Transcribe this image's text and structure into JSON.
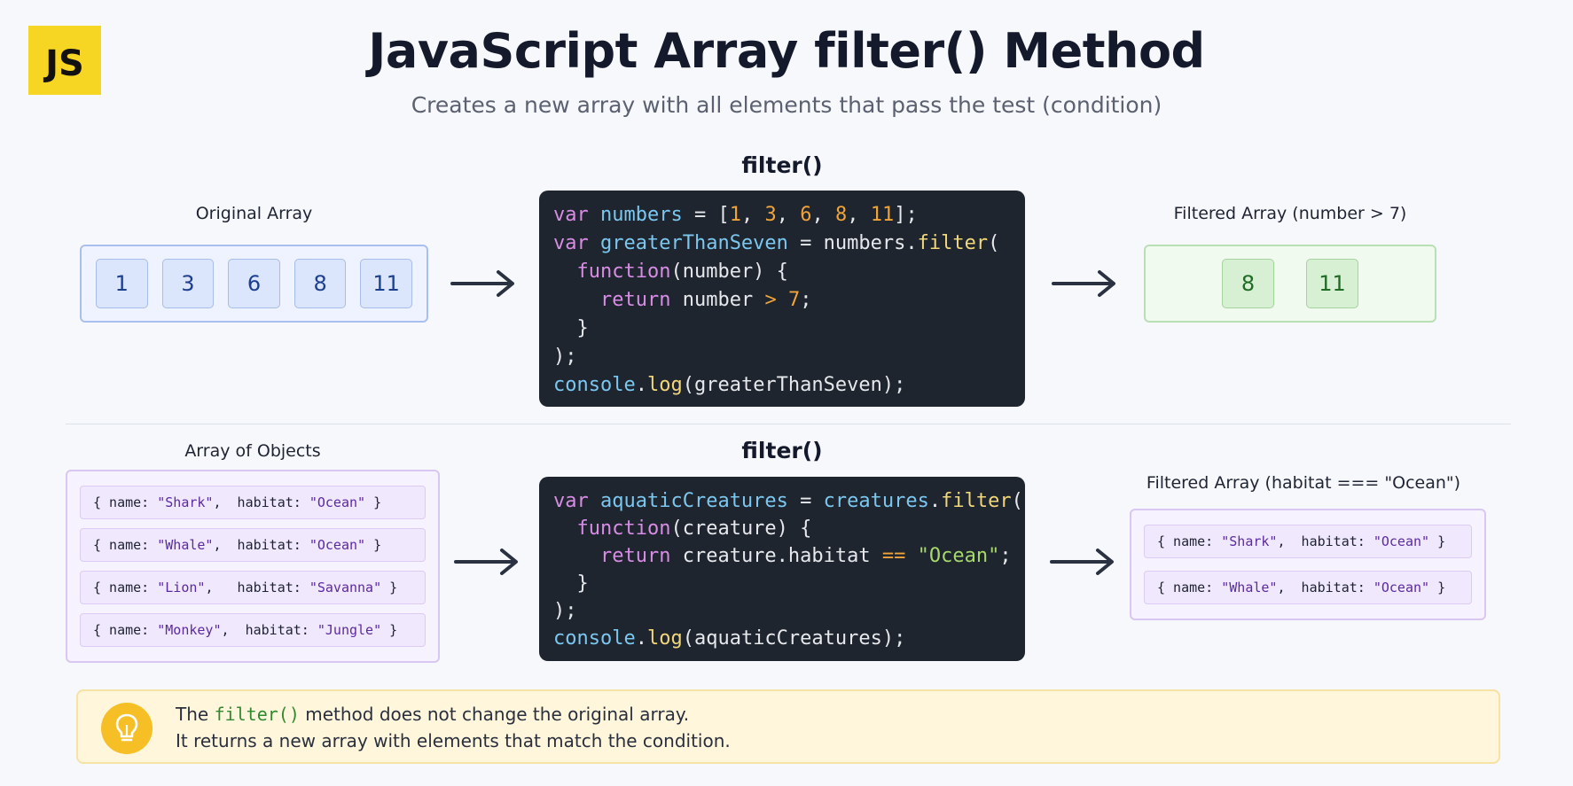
{
  "logo": {
    "text": "JS",
    "color": "#f7d523"
  },
  "header": {
    "title": "JavaScript Array filter() Method",
    "subtitle": "Creates a new array with all elements that pass the test (condition)"
  },
  "example1": {
    "left_label": "Original Array",
    "original": [
      "1",
      "3",
      "6",
      "8",
      "11"
    ],
    "fn_label": "filter()",
    "code": {
      "line1": [
        "var",
        " numbers",
        " = [",
        "1",
        ", ",
        "3",
        ", ",
        "6",
        ", ",
        "8",
        ", ",
        "11",
        "];"
      ],
      "line2": [
        "var",
        " greaterThanSeven",
        " = numbers.",
        "filter",
        "("
      ],
      "line3": [
        "  ",
        "function",
        "(number) {"
      ],
      "line4": [
        "    ",
        "return",
        " number ",
        ">",
        " ",
        "7",
        ";"
      ],
      "line5": "  }",
      "line6": ");",
      "line7": [
        "console",
        ".",
        "log",
        "(greaterThanSeven);"
      ]
    },
    "right_label": "Filtered Array (number > 7)",
    "filtered": [
      "8",
      "11"
    ]
  },
  "example2": {
    "left_label": "Array of Objects",
    "objects": [
      {
        "pre": "{ name: ",
        "name": "\"Shark\"",
        "mid": ",  habitat: ",
        "habitat": "\"Ocean\"",
        "post": " }"
      },
      {
        "pre": "{ name: ",
        "name": "\"Whale\"",
        "mid": ",  habitat: ",
        "habitat": "\"Ocean\"",
        "post": " }"
      },
      {
        "pre": "{ name: ",
        "name": "\"Lion\"",
        "mid": ",   habitat: ",
        "habitat": "\"Savanna\"",
        "post": " }"
      },
      {
        "pre": "{ name: ",
        "name": "\"Monkey\"",
        "mid": ",  habitat: ",
        "habitat": "\"Jungle\"",
        "post": " }"
      }
    ],
    "fn_label": "filter()",
    "code": {
      "line1": [
        "var",
        " aquaticCreatures",
        " = ",
        "creatures",
        ".",
        "filter",
        "("
      ],
      "line2": [
        "  ",
        "function",
        "(creature) {"
      ],
      "line3": [
        "    ",
        "return",
        " creature.habitat ",
        "==",
        " ",
        "\"Ocean\"",
        ";"
      ],
      "line4": "  }",
      "line5": ");",
      "line6": [
        "console",
        ".",
        "log",
        "(aquaticCreatures);"
      ]
    },
    "right_label": "Filtered Array (habitat === \"Ocean\")",
    "filtered": [
      {
        "pre": "{ name: ",
        "name": "\"Shark\"",
        "mid": ",  habitat: ",
        "habitat": "\"Ocean\"",
        "post": " }"
      },
      {
        "pre": "{ name: ",
        "name": "\"Whale\"",
        "mid": ",  habitat: ",
        "habitat": "\"Ocean\"",
        "post": " }"
      }
    ]
  },
  "tip": {
    "icon": "lightbulb-icon",
    "line1_pre": "The ",
    "line1_code": "filter()",
    "line1_post": " method does not change the original array.",
    "line2": "It returns a new array with elements that match the condition."
  }
}
